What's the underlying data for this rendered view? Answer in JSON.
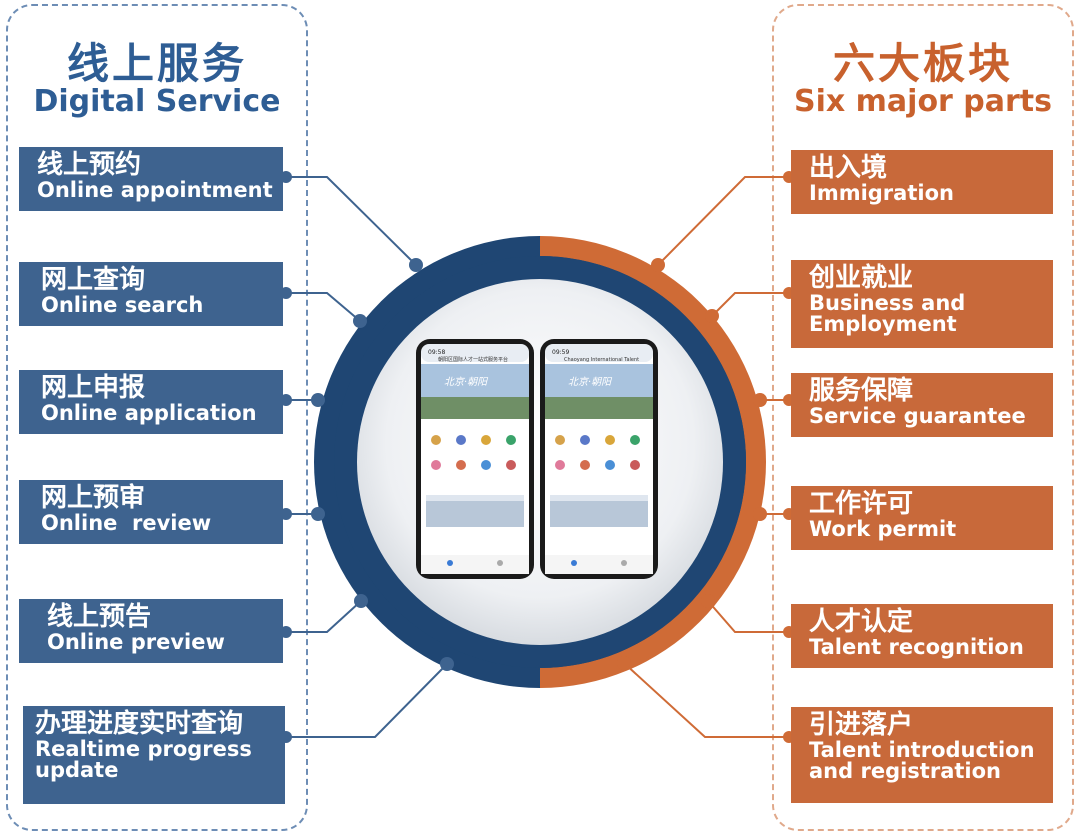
{
  "left_panel": {
    "title_cn": "线上服务",
    "title_en": "Digital Service",
    "items": [
      {
        "cn": "线上预约",
        "en": "Online appointment"
      },
      {
        "cn": "网上查询",
        "en": "Online search"
      },
      {
        "cn": "网上申报",
        "en": "Online application"
      },
      {
        "cn": "网上预审",
        "en": "Online  review"
      },
      {
        "cn": "线上预告",
        "en": "Online preview"
      },
      {
        "cn": "办理进度实时查询",
        "en": "Realtime progress update"
      }
    ]
  },
  "right_panel": {
    "title_cn": "六大板块",
    "title_en": "Six major parts",
    "items": [
      {
        "cn": "出入境",
        "en": "Immigration"
      },
      {
        "cn": "创业就业",
        "en": "Business and Employment"
      },
      {
        "cn": "服务保障",
        "en": "Service guarantee"
      },
      {
        "cn": "工作许可",
        "en": "Work permit"
      },
      {
        "cn": "人才认定",
        "en": "Talent recognition"
      },
      {
        "cn": "引进落户",
        "en": "Talent introduction and registration"
      }
    ]
  },
  "colors": {
    "blue": "#3e638f",
    "ring_blue": "#1f4673",
    "orange": "#c8693a",
    "ring_orange": "#cf6b36"
  },
  "phones": [
    {
      "time": "09:58",
      "title": "朝阳区国际人才一站式服务平台",
      "banner": "北京·朝阳"
    },
    {
      "time": "09:59",
      "title": "Chaoyang International Talent",
      "banner": "北京·朝阳"
    }
  ]
}
